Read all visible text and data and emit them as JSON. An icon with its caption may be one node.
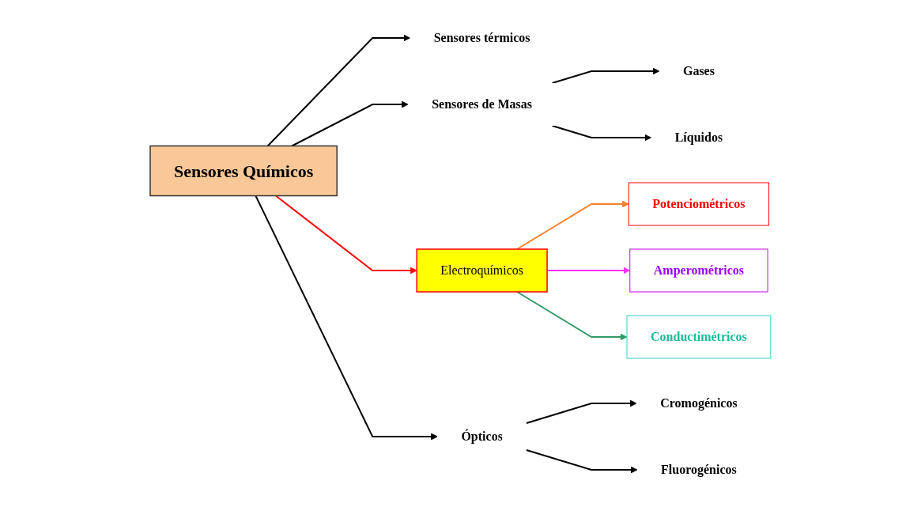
{
  "diagram": {
    "nodes": [
      {
        "text": [
          "Sensores Químicos"
        ]
      },
      {
        "text": [
          "Sensores térmicos"
        ]
      },
      {
        "text": [
          "Sensores de Masas"
        ]
      },
      {
        "text": [
          "Gases"
        ]
      },
      {
        "text": [
          "Líquidos"
        ]
      },
      {
        "text": [
          "Electroquímicos"
        ]
      },
      {
        "text": [
          "Potenciométricos"
        ]
      },
      {
        "text": [
          "Amperométricos"
        ]
      },
      {
        "text": [
          "Conductimétricos"
        ]
      },
      {
        "text": [
          "Ópticos"
        ]
      },
      {
        "text": [
          "Cromogénicos"
        ]
      },
      {
        "text": [
          "Fluorogénicos"
        ]
      }
    ],
    "edges": [
      {
        "from": 0,
        "to": 1,
        "arrow": "to"
      },
      {
        "from": 0,
        "to": 2,
        "arrow": "to"
      },
      {
        "from": 2,
        "to": 3,
        "arrow": "to"
      },
      {
        "from": 2,
        "to": 4,
        "arrow": "to"
      },
      {
        "from": 0,
        "to": 5,
        "arrow": "to",
        "color": "#ff0000"
      },
      {
        "from": 5,
        "to": 6,
        "arrow": "to",
        "color": "#ff7f27"
      },
      {
        "from": 5,
        "to": 7,
        "arrow": "to",
        "color": "#ff33ff"
      },
      {
        "from": 5,
        "to": 8,
        "arrow": "to",
        "color": "#339966"
      },
      {
        "from": 0,
        "to": 9,
        "arrow": "to"
      },
      {
        "from": 9,
        "to": 10,
        "arrow": "to"
      },
      {
        "from": 9,
        "to": 11,
        "arrow": "to"
      }
    ]
  }
}
